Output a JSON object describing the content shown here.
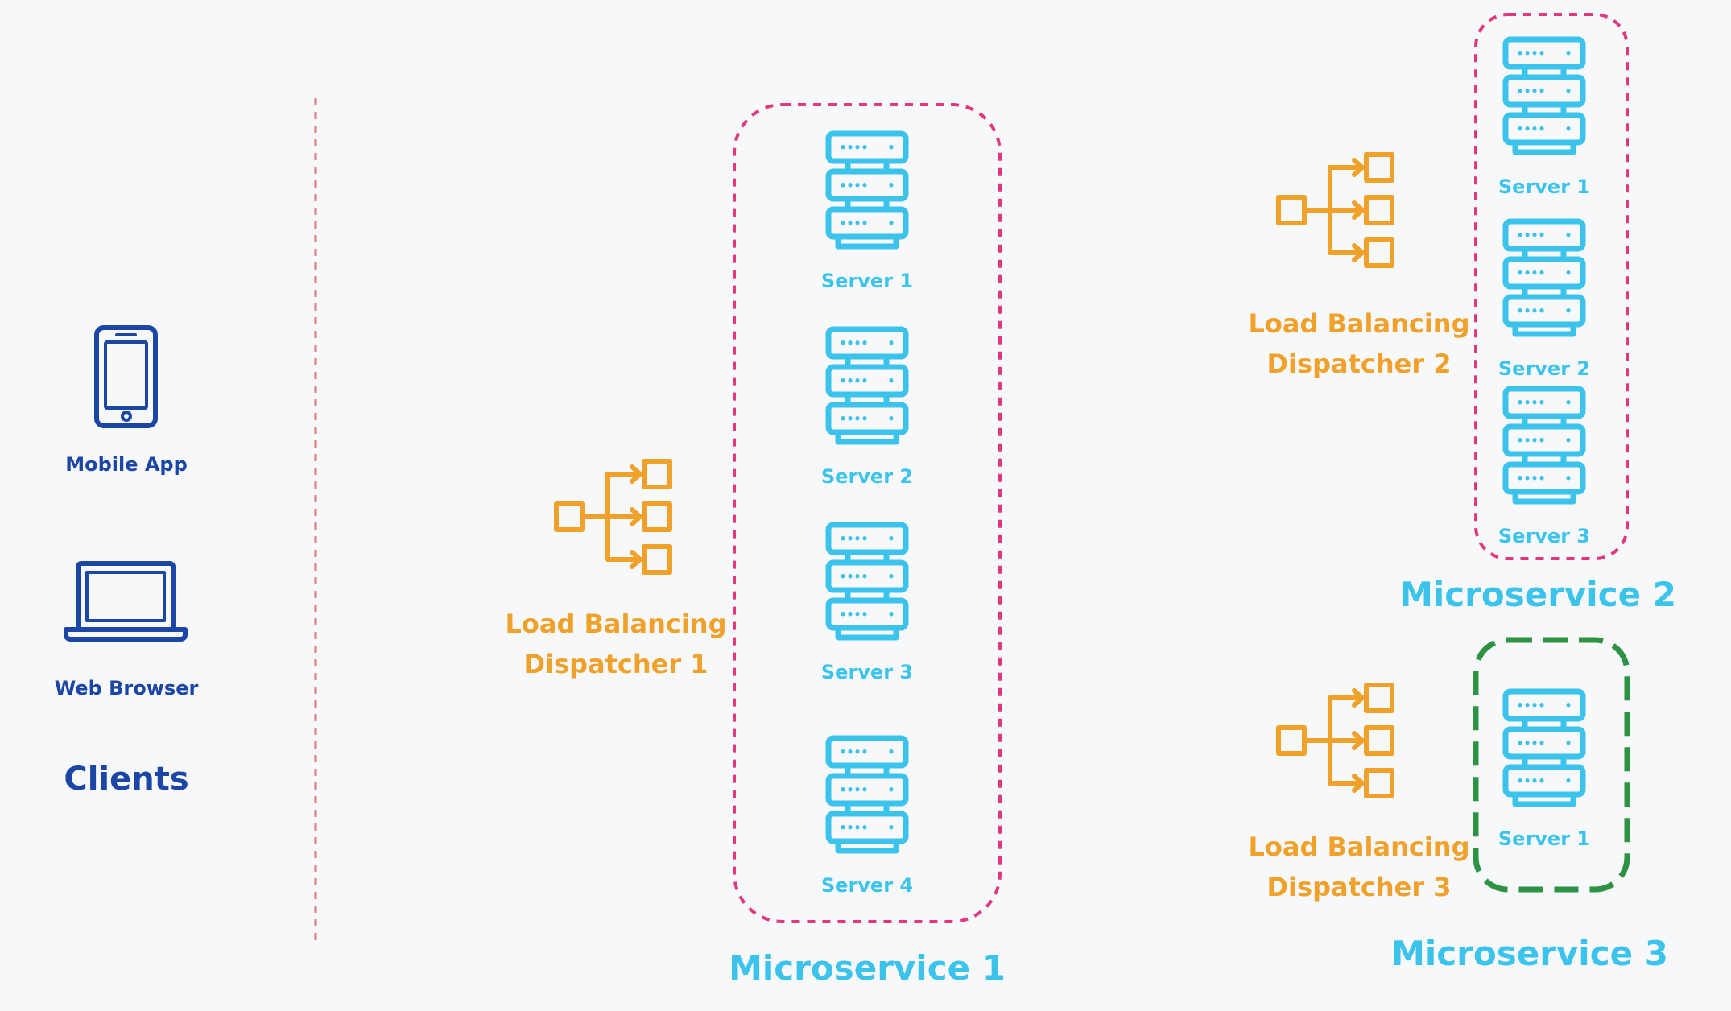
{
  "colors": {
    "background": "#f7f8fa",
    "server": "#3cc3ec",
    "client": "#1c46a6",
    "dispatcher": "#f0a12b",
    "boundary_pink": "#e2377f",
    "boundary_green": "#2e9244",
    "divider": "#e0787a"
  },
  "clients": {
    "title": "Clients",
    "mobile": {
      "label": "Mobile App",
      "icon": "mobile-phone-icon"
    },
    "browser": {
      "label": "Web Browser",
      "icon": "laptop-icon"
    }
  },
  "microservices": [
    {
      "title": "Microservice 1",
      "dispatcher": {
        "line1": "Load Balancing",
        "line2": "Dispatcher 1",
        "icon": "load-balancer-icon"
      },
      "servers": [
        "Server 1",
        "Server 2",
        "Server 3",
        "Server 4"
      ]
    },
    {
      "title": "Microservice 2",
      "dispatcher": {
        "line1": "Load Balancing",
        "line2": "Dispatcher 2",
        "icon": "load-balancer-icon"
      },
      "servers": [
        "Server 1",
        "Server 2",
        "Server 3"
      ]
    },
    {
      "title": "Microservice 3",
      "dispatcher": {
        "line1": "Load Balancing",
        "line2": "Dispatcher 3",
        "icon": "load-balancer-icon"
      },
      "servers": [
        "Server 1"
      ]
    }
  ]
}
